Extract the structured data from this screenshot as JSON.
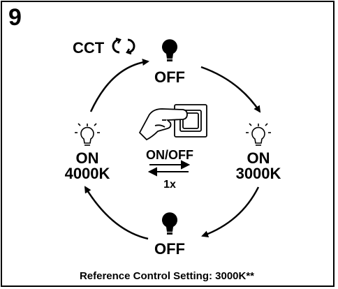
{
  "step_number": "9",
  "cct_label": "CCT",
  "states": {
    "top": {
      "text": "OFF",
      "icon": "bulb-off-icon"
    },
    "right": {
      "line1": "ON",
      "line2": "3000K",
      "icon": "bulb-on-icon"
    },
    "bottom": {
      "text": "OFF",
      "icon": "bulb-off-icon"
    },
    "left": {
      "line1": "ON",
      "line2": "4000K",
      "icon": "bulb-on-icon"
    }
  },
  "switch": {
    "label": "ON/OFF",
    "count": "1x",
    "icon": "hand-press-switch-icon"
  },
  "reference": "Reference Control Setting: 3000K**"
}
